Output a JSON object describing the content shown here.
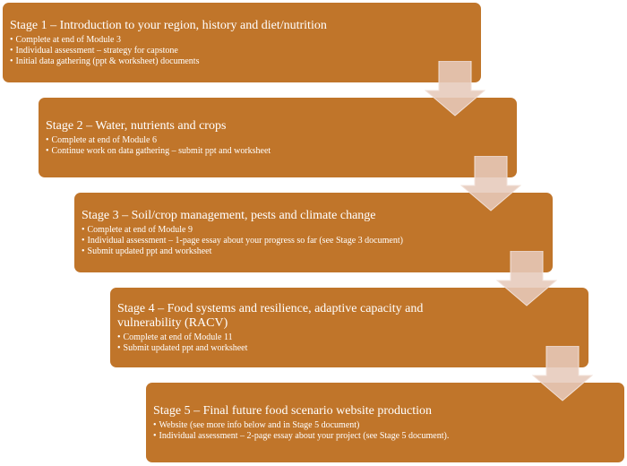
{
  "stages": [
    {
      "title": "Stage 1 – Introduction to your region, history and diet/nutrition",
      "bullets": [
        "Complete at end of Module 3",
        "Individual assessment – strategy for capstone",
        "Initial data gathering (ppt & worksheet) documents"
      ]
    },
    {
      "title": "Stage 2 – Water, nutrients and crops",
      "bullets": [
        "Complete at end of Module 6",
        "Continue work on data gathering – submit ppt and worksheet"
      ]
    },
    {
      "title": "Stage 3 – Soil/crop management, pests and climate change",
      "bullets": [
        "Complete at end of Module 9",
        "Individual assessment – 1-page essay about your progress so far (see Stage 3 document)",
        "Submit updated ppt and worksheet"
      ]
    },
    {
      "title": "Stage 4 – Food systems and resilience, adaptive capacity and vulnerability (RACV)",
      "bullets": [
        "Complete at end of Module 11",
        "Submit updated ppt and worksheet"
      ]
    },
    {
      "title": "Stage 5 – Final future food scenario website production",
      "bullets": [
        "Website (see more info below and in Stage 5 document)",
        "Individual assessment – 2-page essay about your project (see Stage 5 document)."
      ]
    }
  ],
  "colors": {
    "box": "#c0752a",
    "arrow": "#e8cfc2"
  }
}
